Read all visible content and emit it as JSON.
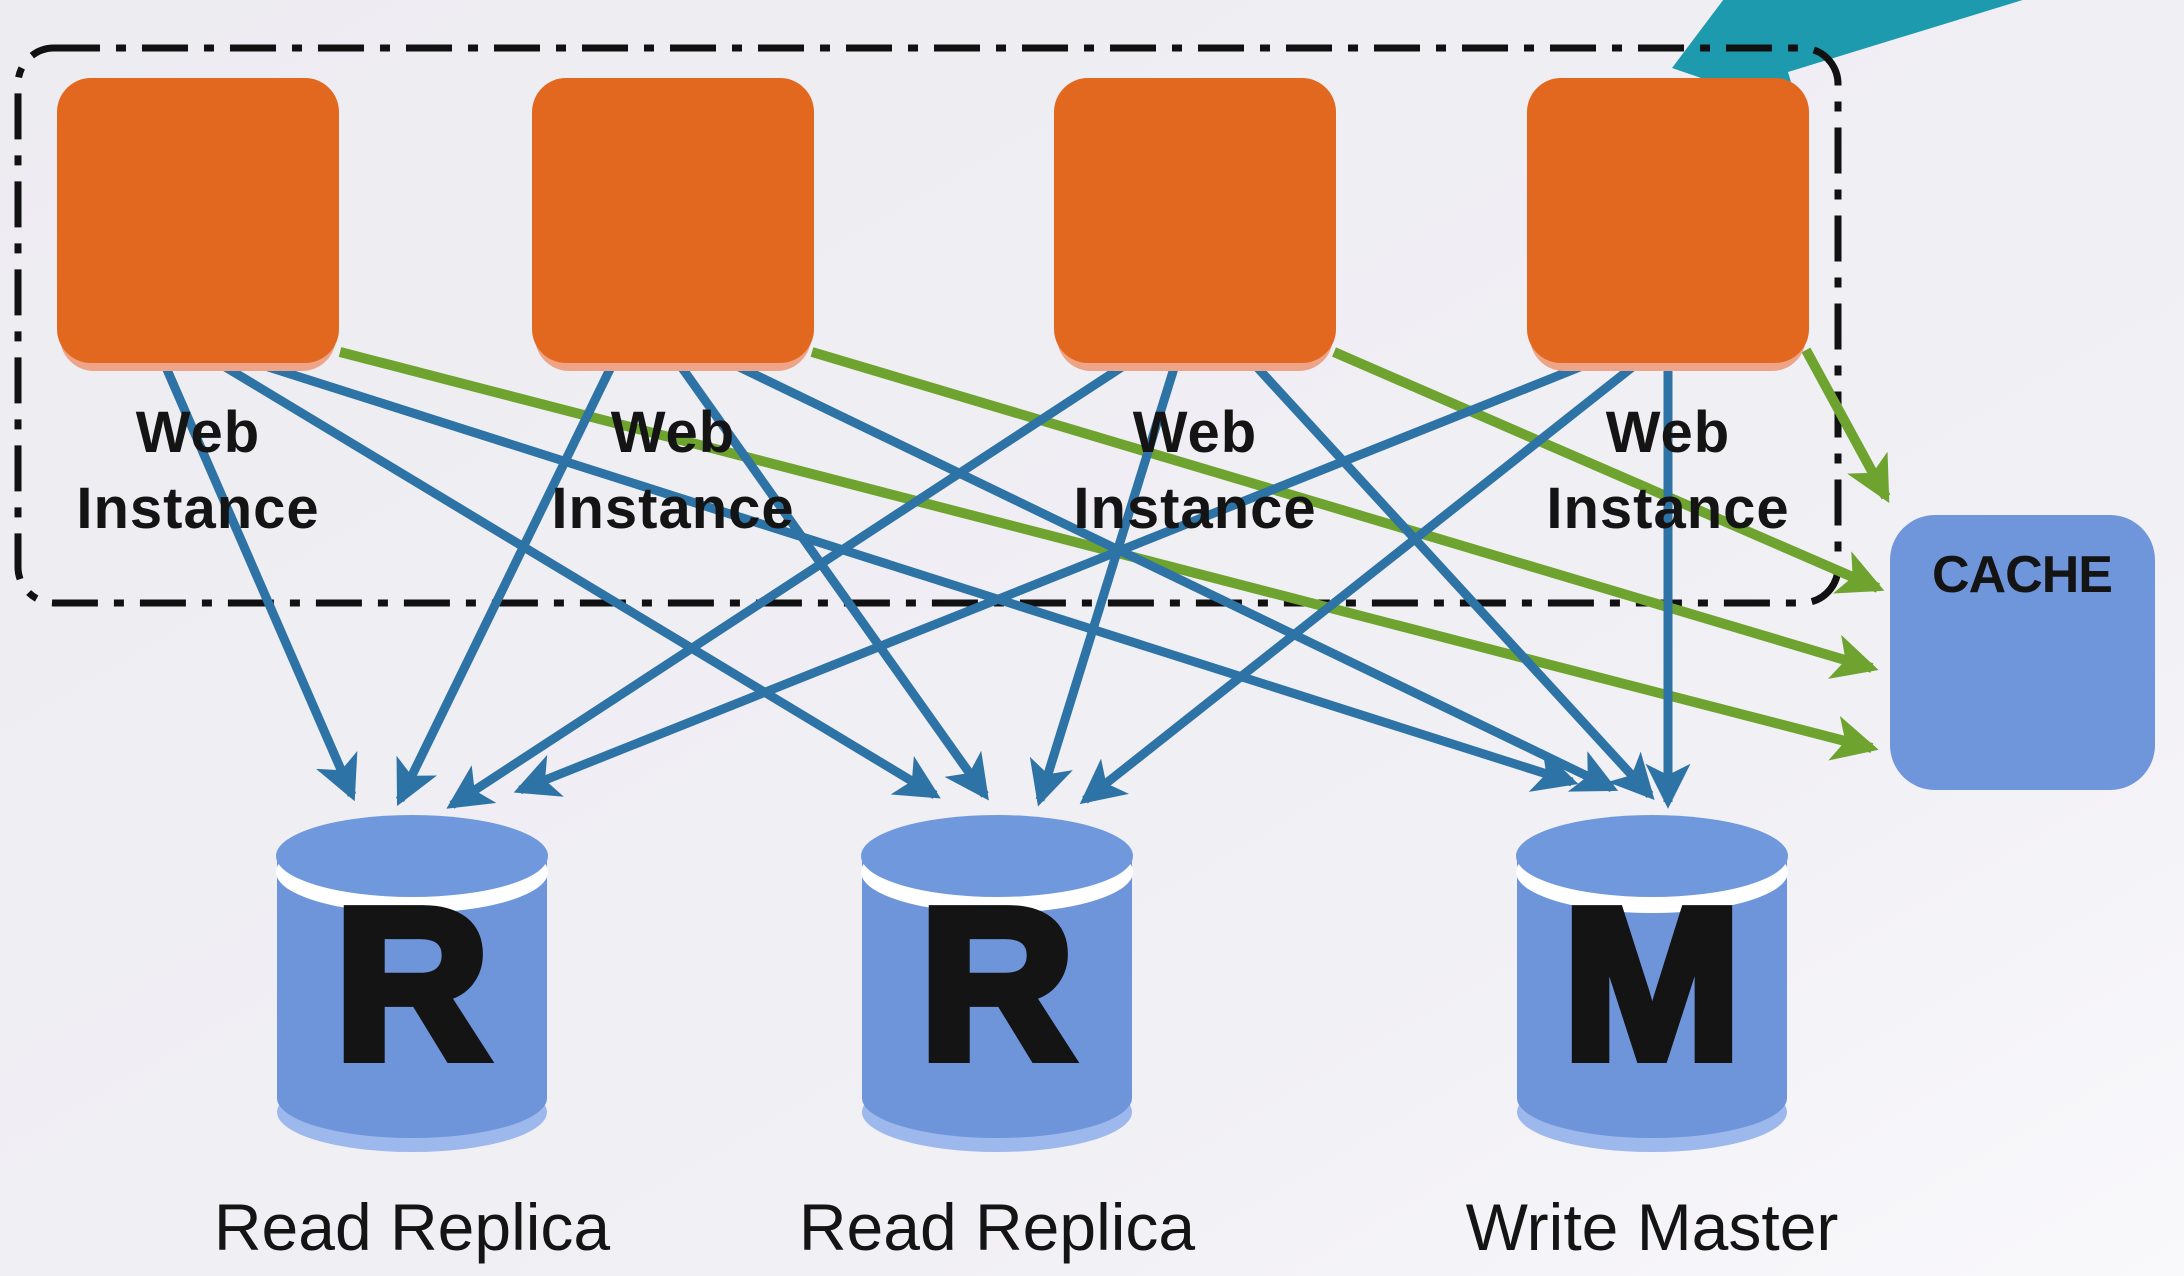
{
  "title": "Web tier with read replicas, write master and cache diagram",
  "web_tier": {
    "instances": [
      {
        "line1": "Web",
        "line2": "Instance"
      },
      {
        "line1": "Web",
        "line2": "Instance"
      },
      {
        "line1": "Web",
        "line2": "Instance"
      },
      {
        "line1": "Web",
        "line2": "Instance"
      }
    ]
  },
  "cache": {
    "label": "CACHE"
  },
  "databases": [
    {
      "letter": "R",
      "label": "Read Replica"
    },
    {
      "letter": "R",
      "label": "Read Replica"
    },
    {
      "letter": "M",
      "label": "Write Master"
    }
  ],
  "colors": {
    "background": "#f0eff4",
    "web_instance_fill": "#e2681f",
    "web_instance_shadow": "#eda488",
    "db_fill": "#6e95da",
    "db_top_fill": "#7099dd",
    "db_rim_fill": "#9db8ec",
    "cache_fill": "#6f96db",
    "arrow_db_blue": "#2e73a5",
    "arrow_cache_green": "#6ea32f",
    "incoming_traffic_teal": "#1d9aad",
    "boundary_border": "#111111",
    "text": "#141414"
  }
}
